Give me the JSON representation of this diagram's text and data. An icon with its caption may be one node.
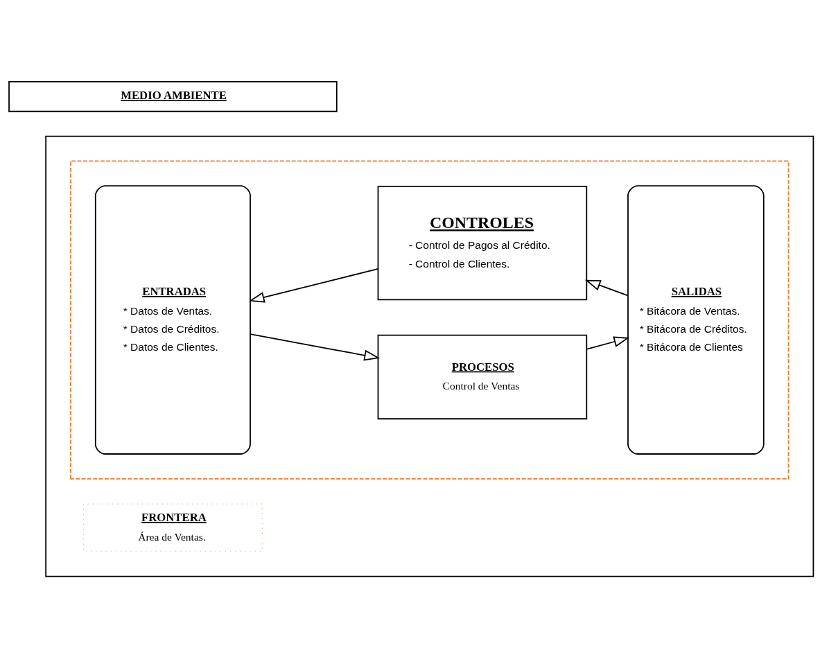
{
  "diagram": {
    "nodes": [
      {
        "text": [],
        "shape": "box"
      },
      {
        "text": [
          "FRONTERA",
          "Área de Ventas."
        ],
        "in": 0
      },
      {
        "text": [],
        "shape": "box",
        "in": 0
      },
      {
        "text": [
          "ENTRADAS",
          "* Datos de Ventas.",
          "* Datos de Créditos.",
          "* Datos de Clientes."
        ],
        "in": 2
      },
      {
        "text": [
          "PROCESOS",
          "Control de Ventas"
        ],
        "in": 2
      },
      {
        "text": [
          "SALIDAS",
          "* Bitácora de Ventas.",
          "* Bitácora de Créditos.",
          "* Bitácora de Clientes"
        ],
        "in": 2
      },
      {
        "text": [
          "CONTROLES",
          "- Control de Pagos al Crédito.",
          "- Control de Clientes."
        ],
        "in": 2
      },
      {
        "text": [
          "MEDIO AMBIENTE"
        ]
      }
    ],
    "edges": [
      {
        "from": 3,
        "to": 4,
        "arrow": "to"
      },
      {
        "from": 4,
        "to": 5,
        "arrow": "to"
      },
      {
        "from": 5,
        "to": 6,
        "arrow": "to"
      },
      {
        "from": 6,
        "to": 3,
        "arrow": "to"
      }
    ]
  }
}
